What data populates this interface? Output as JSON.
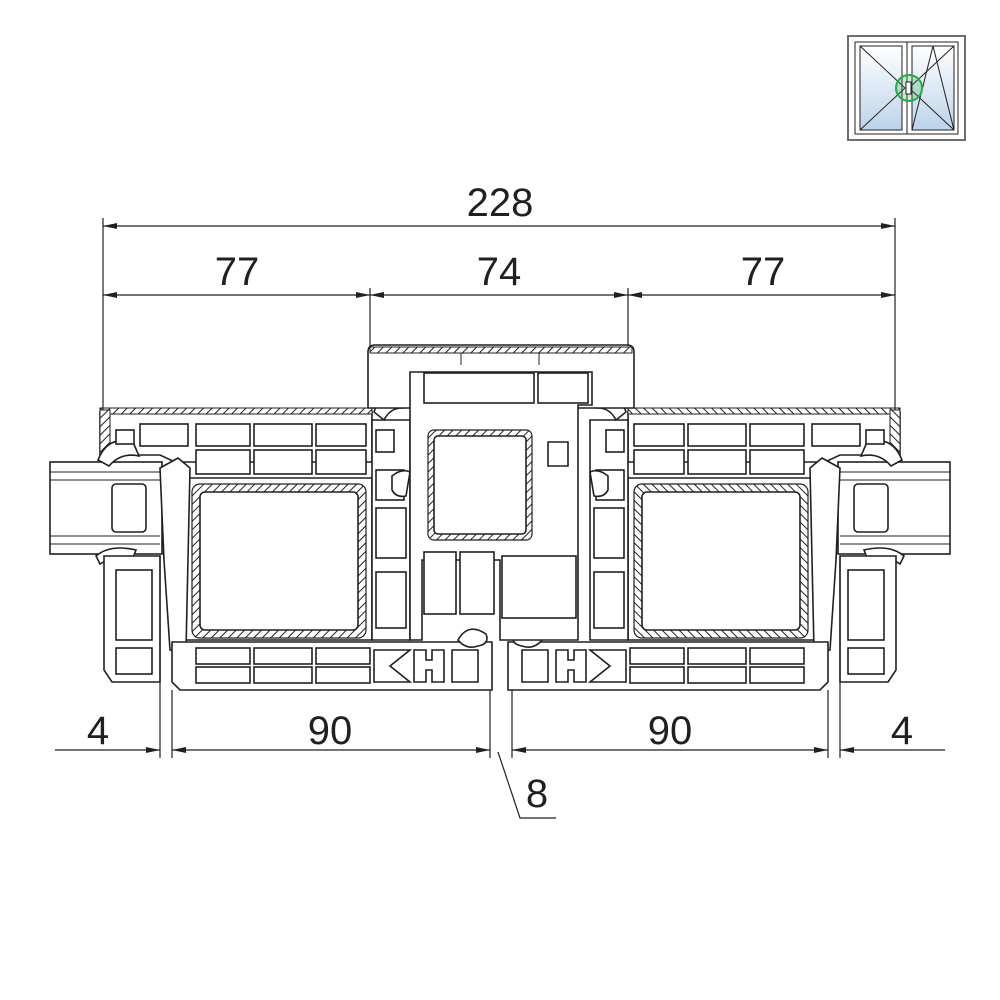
{
  "drawing": {
    "type": "window mullion section",
    "dimensions": {
      "overall": "228",
      "left_sash": "77",
      "mullion": "74",
      "right_sash": "77",
      "left_offset": "4",
      "left_frame": "90",
      "gap": "8",
      "right_frame": "90",
      "right_offset": "4"
    }
  },
  "thumbnail": {
    "icon": "double-window-tilt-turn-icon",
    "highlight_color": "#2aa84a",
    "glass_color": "#cfe0f0"
  }
}
